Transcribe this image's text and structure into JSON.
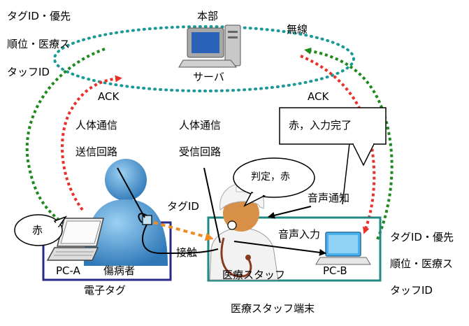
{
  "labels": {
    "left_tag_info": [
      "タグID・優先",
      "順位・医療ス",
      "タッフID"
    ],
    "right_tag_info": [
      "タグID・優先",
      "順位・医療ス",
      "タッフID"
    ],
    "headquarters": "本部",
    "server": "サーバ",
    "wireless": "無線",
    "ack_left": "ACK",
    "ack_right": "ACK",
    "tx_circuit": [
      "人体通信",
      "送信回路"
    ],
    "rx_circuit": [
      "人体通信",
      "受信回路"
    ],
    "tag_id": "タグID",
    "contact": "接触",
    "voice_notify": "音声通知",
    "voice_input": "音声入力",
    "red_complete": "赤，入力完了",
    "judge_red": "判定，赤",
    "red": "赤",
    "pc_a": "PC-A",
    "patient": "傷病者",
    "electronic_tag": "電子タグ",
    "medical_staff": "医療スタッフ",
    "pc_b": "PC-B",
    "staff_terminal": "医療スタッフ端末"
  },
  "colors": {
    "wireless_loop": "#1a9a96",
    "green_arrow": "#1e8a1e",
    "red_arrow": "#e8312a",
    "orange_arrow": "#f08a24",
    "blue_box": "#2a2a8a",
    "teal_box": "#1f8a82"
  }
}
